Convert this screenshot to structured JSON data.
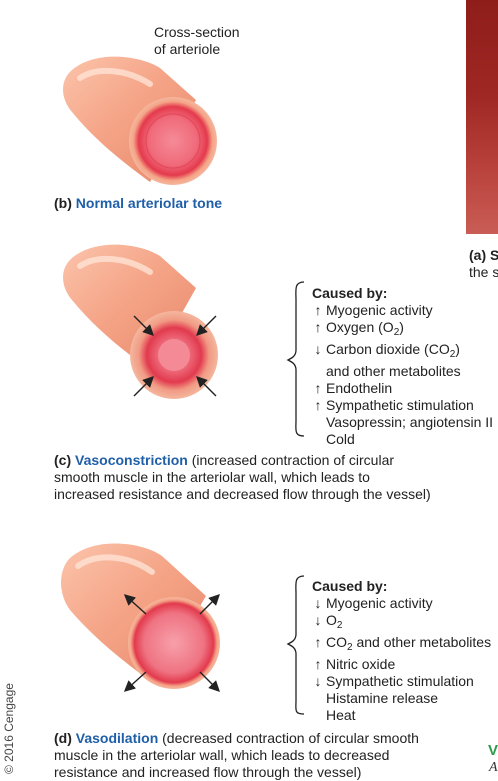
{
  "top_label": {
    "line1": "Cross-section",
    "line2": "of arteriole"
  },
  "panel_b": {
    "letter": "(b)",
    "term": "Normal arteriolar tone"
  },
  "panel_a_fragment": {
    "line1": "(a) S",
    "line2": "the s"
  },
  "panel_c": {
    "letter": "(c)",
    "term": "Vasoconstriction",
    "desc1": "(increased contraction of circular",
    "desc2": "smooth muscle in the arteriolar wall, which leads to",
    "desc3": "increased resistance and decreased flow through the vessel)",
    "caused_by": "Caused by:",
    "items": [
      {
        "arrow": "up",
        "text": "Myogenic activity"
      },
      {
        "arrow": "up",
        "text_pre": "Oxygen (O",
        "sub": "2",
        "text_post": ")"
      },
      {
        "arrow": "down",
        "text_pre": "Carbon dioxide (CO",
        "sub": "2",
        "text_post": ")"
      },
      {
        "arrow": "",
        "text": "and other metabolites"
      },
      {
        "arrow": "up",
        "text": "Endothelin"
      },
      {
        "arrow": "up",
        "text": "Sympathetic stimulation"
      },
      {
        "arrow": "",
        "text": "Vasopressin; angiotensin II"
      },
      {
        "arrow": "",
        "text": "Cold"
      }
    ]
  },
  "panel_d": {
    "letter": "(d)",
    "term": "Vasodilation",
    "desc1": "(decreased contraction of circular smooth",
    "desc2": "muscle in the arteriolar wall, which leads to decreased",
    "desc3": "resistance and increased flow through the vessel)",
    "caused_by": "Caused by:",
    "items": [
      {
        "arrow": "down",
        "text": "Myogenic activity"
      },
      {
        "arrow": "down",
        "text_pre": "O",
        "sub": "2",
        "text_post": ""
      },
      {
        "arrow": "up",
        "text_pre": "CO",
        "sub": "2",
        "text_post": " and other metabolites"
      },
      {
        "arrow": "up",
        "text": "Nitric oxide"
      },
      {
        "arrow": "down",
        "text": "Sympathetic stimulation"
      },
      {
        "arrow": "",
        "text": "Histamine release"
      },
      {
        "arrow": "",
        "text": "Heat"
      }
    ]
  },
  "copyright": "© 2016 Cengage",
  "right_edge_fragments": {
    "green_letter": "V",
    "italic_letter": "A"
  },
  "colors": {
    "vessel_outer": "#f6a98a",
    "vessel_highlight": "#ffd9c6",
    "lumen_ring": "#e23a4b",
    "lumen_inner": "#f07a88",
    "term_blue": "#1f5fa8",
    "green": "#2e9b4a"
  }
}
